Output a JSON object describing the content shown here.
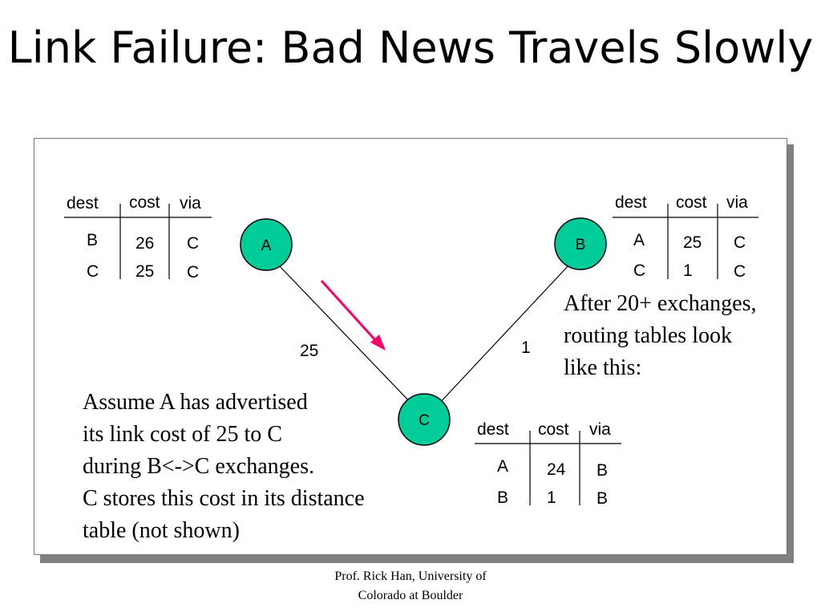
{
  "title": "Link Failure: Bad News Travels Slowly",
  "nodes": {
    "a": {
      "label": "A"
    },
    "b": {
      "label": "B"
    },
    "c": {
      "label": "C"
    }
  },
  "link_costs": {
    "a_c": "25",
    "b_c": "1"
  },
  "table_headers": {
    "dest": "dest",
    "cost": "cost",
    "via": "via"
  },
  "table_a": {
    "rows": [
      {
        "dest": "B",
        "cost": "26",
        "via": "C"
      },
      {
        "dest": "C",
        "cost": "25",
        "via": "C"
      }
    ]
  },
  "table_b": {
    "rows": [
      {
        "dest": "A",
        "cost": "25",
        "via": "C"
      },
      {
        "dest": "C",
        "cost": "1",
        "via": "C"
      }
    ]
  },
  "table_c": {
    "rows": [
      {
        "dest": "A",
        "cost": "24",
        "via": "B"
      },
      {
        "dest": "B",
        "cost": "1",
        "via": "B"
      }
    ]
  },
  "note_right": [
    "After 20+ exchanges,",
    "routing tables look",
    "like this:"
  ],
  "note_left": [
    "Assume A has advertised",
    "its link cost of 25 to C",
    "during B<->C exchanges.",
    "C stores this cost in its distance",
    "table (not shown)"
  ],
  "footer": [
    "Prof. Rick Han, University of",
    "Colorado at Boulder"
  ],
  "colors": {
    "node_fill": "#00cc99",
    "arrow": "#ff0066"
  }
}
